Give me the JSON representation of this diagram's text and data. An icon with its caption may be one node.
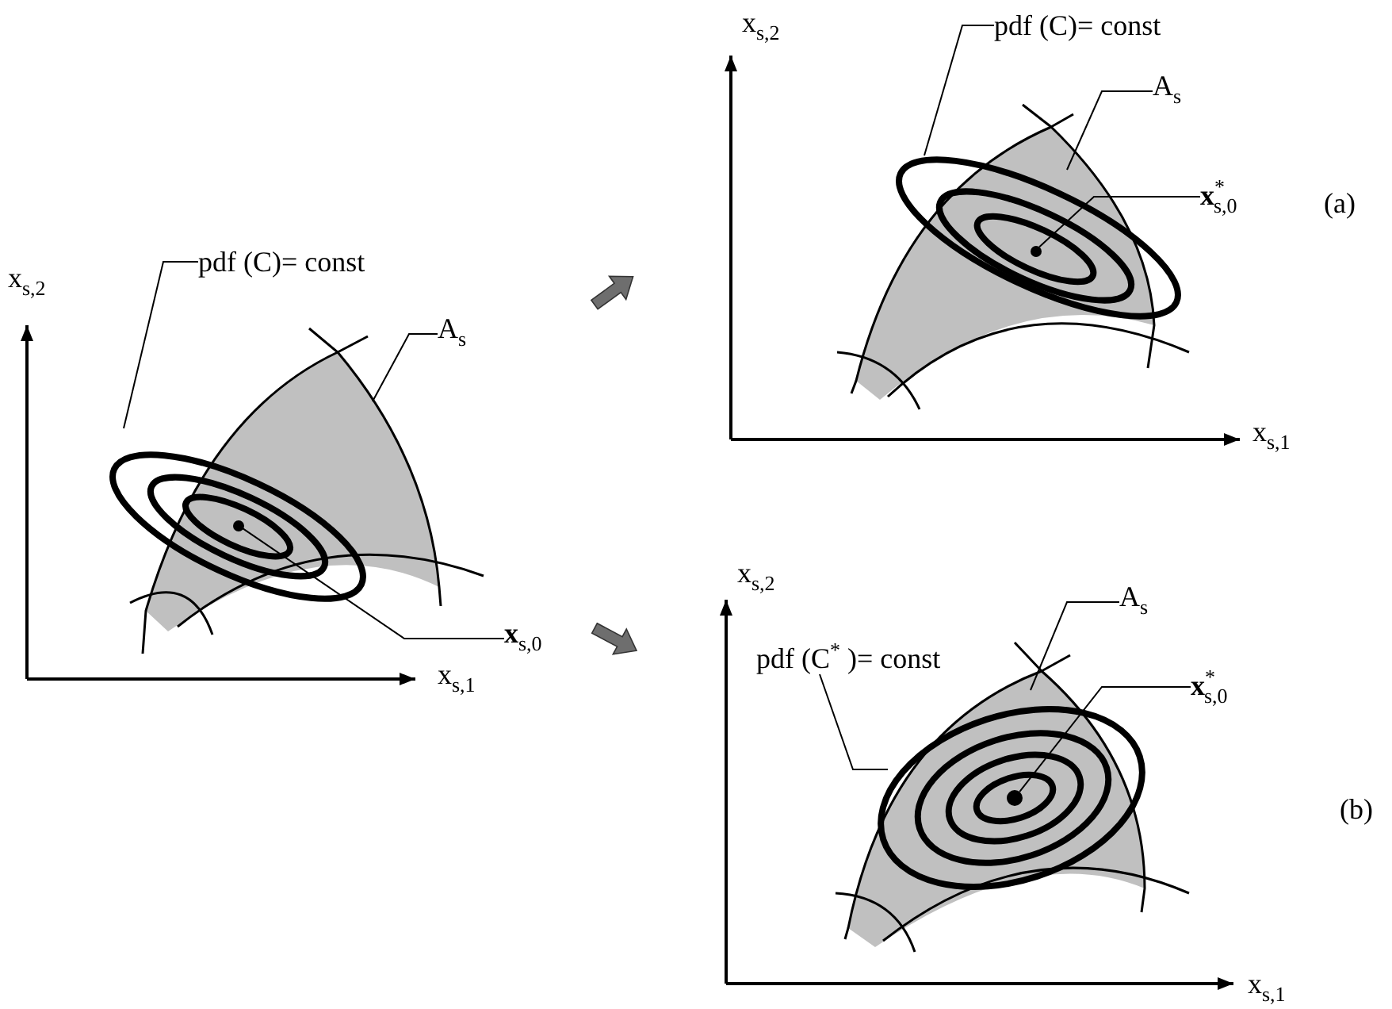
{
  "diagram": {
    "nodes": [
      {
        "text": [
          "pdf (C)= const"
        ]
      },
      {
        "text": [
          "A$_{s}$"
        ]
      },
      {
        "text": [
          "**x**$_{s,0}$"
        ]
      },
      {
        "text": [
          "pdf (C)= const"
        ]
      },
      {
        "text": [
          "A$_{s}$"
        ]
      },
      {
        "text": [
          "**x**$^{*}$$_{s,0}$"
        ]
      },
      {
        "text": [
          "A$_{s}$"
        ]
      },
      {
        "text": [
          "pdf (C$^{*}$ )= const"
        ]
      },
      {
        "text": [
          "**x**$^{*}$$_{s,0}$"
        ]
      },
      {
        "text": [],
        "shape": "circle"
      },
      {
        "text": [],
        "shape": "circle"
      },
      {
        "text": [],
        "shape": "circle"
      }
    ],
    "edges": [
      {
        "from": 0,
        "to": null,
        "arrow": "none"
      },
      {
        "from": 1,
        "to": null,
        "arrow": "none"
      },
      {
        "from": 2,
        "to": 9,
        "arrow": "none"
      },
      {
        "from": 3,
        "to": null,
        "arrow": "none"
      },
      {
        "from": 4,
        "to": null,
        "arrow": "none"
      },
      {
        "from": 5,
        "to": 10,
        "arrow": "none"
      },
      {
        "from": 6,
        "to": null,
        "arrow": "none"
      },
      {
        "from": 7,
        "to": null,
        "arrow": "none"
      },
      {
        "from": 8,
        "to": 11,
        "arrow": "none"
      }
    ],
    "labels": [
      "x$_{s,2}$",
      "(a)",
      "x$_{s,2}$",
      "x$_{s,1}$",
      "x$_{s,2}$",
      "x$_{s,1}$",
      "(b)",
      "x$_{s,1}$"
    ]
  }
}
